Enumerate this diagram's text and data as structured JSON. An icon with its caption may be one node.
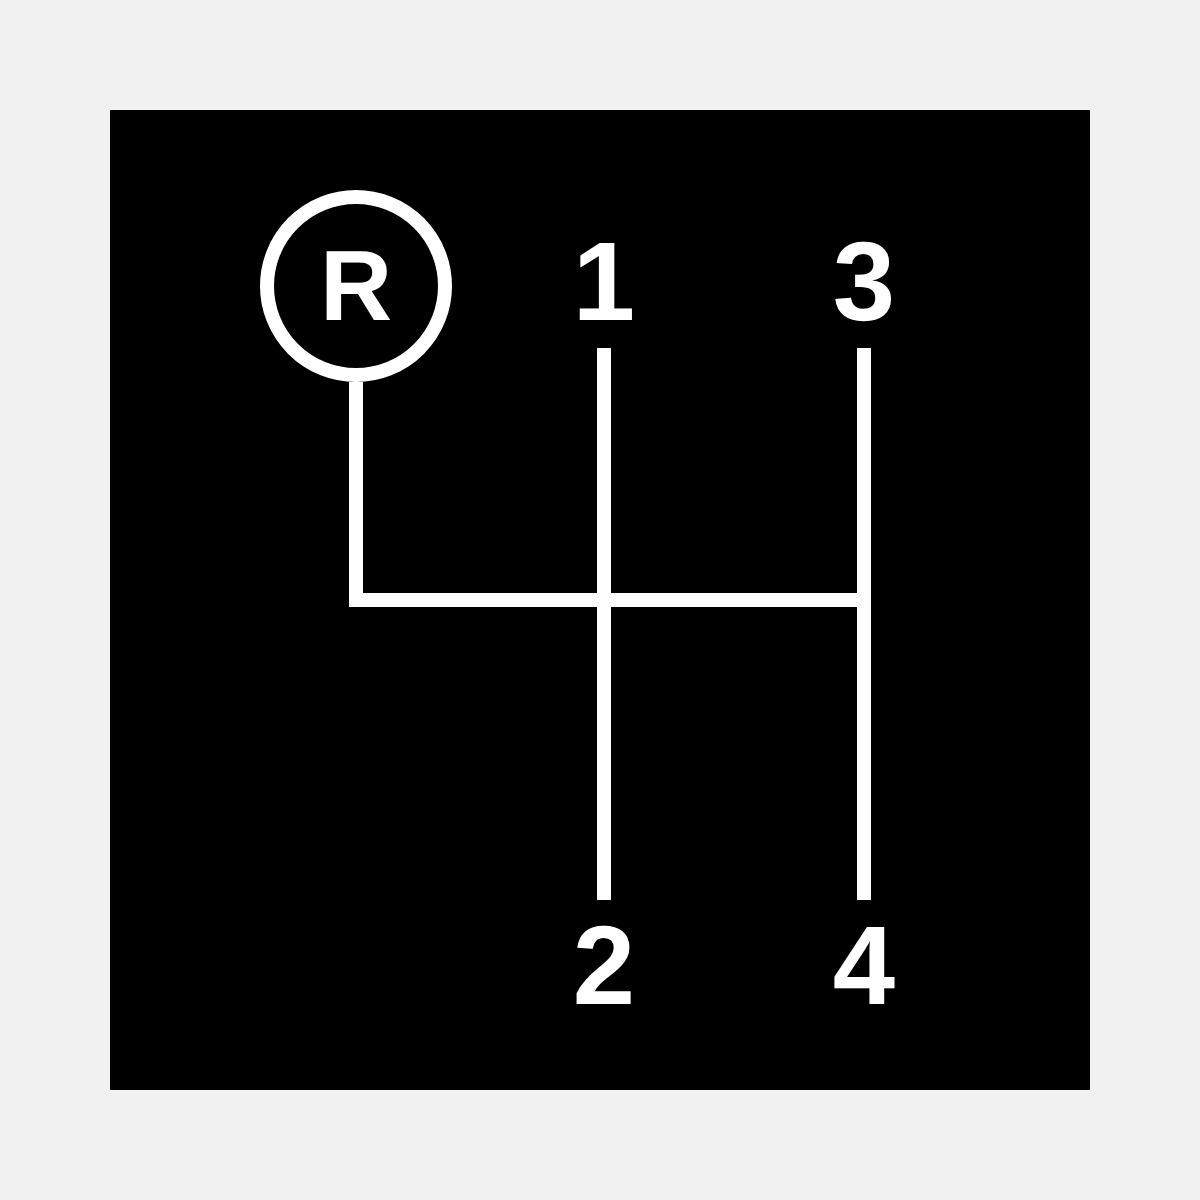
{
  "diagram": {
    "nodes": [
      {
        "text": [
          "R"
        ]
      },
      {
        "text": [
          "1"
        ]
      },
      {
        "text": [
          "3"
        ]
      },
      {
        "text": [
          "2"
        ]
      },
      {
        "text": [
          "4"
        ]
      }
    ],
    "edges": [
      {
        "from": 0,
        "to": 1,
        "arrow": "none"
      },
      {
        "from": 1,
        "to": 3,
        "arrow": "none"
      },
      {
        "from": 2,
        "to": 4,
        "arrow": "none"
      },
      {
        "from": 1,
        "to": 2,
        "arrow": "none"
      }
    ]
  }
}
